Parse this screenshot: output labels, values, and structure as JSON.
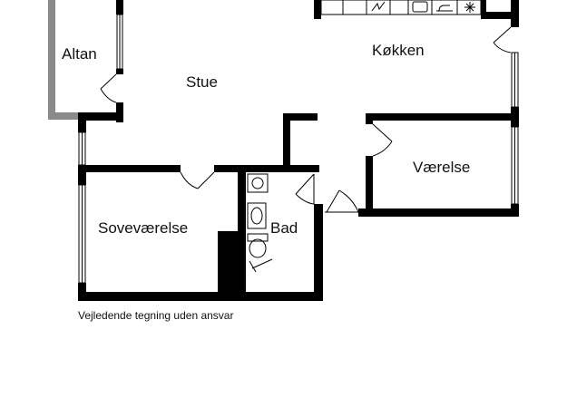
{
  "plan": {
    "rooms": {
      "altan": "Altan",
      "stue": "Stue",
      "kokken": "Køkken",
      "vaerelse": "Værelse",
      "sovevaerelse": "Soveværelse",
      "bad": "Bad"
    },
    "caption": "Vejledende tegning uden ansvar"
  }
}
